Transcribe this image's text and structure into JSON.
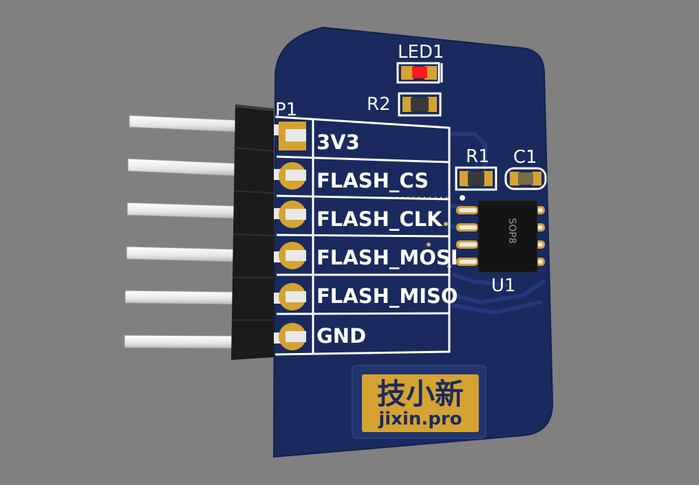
{
  "board": {
    "led_ref": "LED1",
    "r2_ref": "R2",
    "r1_ref": "R1",
    "c1_ref": "C1",
    "u1_ref": "U1",
    "p1_ref": "P1",
    "chip_marking": "SOP8",
    "pins": [
      {
        "label": "3V3",
        "pad": "square"
      },
      {
        "label": "FLASH_CS",
        "pad": "round"
      },
      {
        "label": "FLASH_CLK",
        "pad": "round"
      },
      {
        "label": "FLASH_MOSI",
        "pad": "round"
      },
      {
        "label": "FLASH_MISO",
        "pad": "round"
      },
      {
        "label": "GND",
        "pad": "round"
      }
    ],
    "logo_cn": "技小新",
    "logo_url": "jixin.pro"
  },
  "colors": {
    "background": "#808080",
    "pcb": "#1a2a5e",
    "silkscreen": "#ffffff",
    "gold": "#d4a332",
    "led_red": "#ff1a1a",
    "chip_body": "#141414",
    "header_plastic": "#1b1b1b",
    "pin_metal": "#f2f2f2"
  }
}
